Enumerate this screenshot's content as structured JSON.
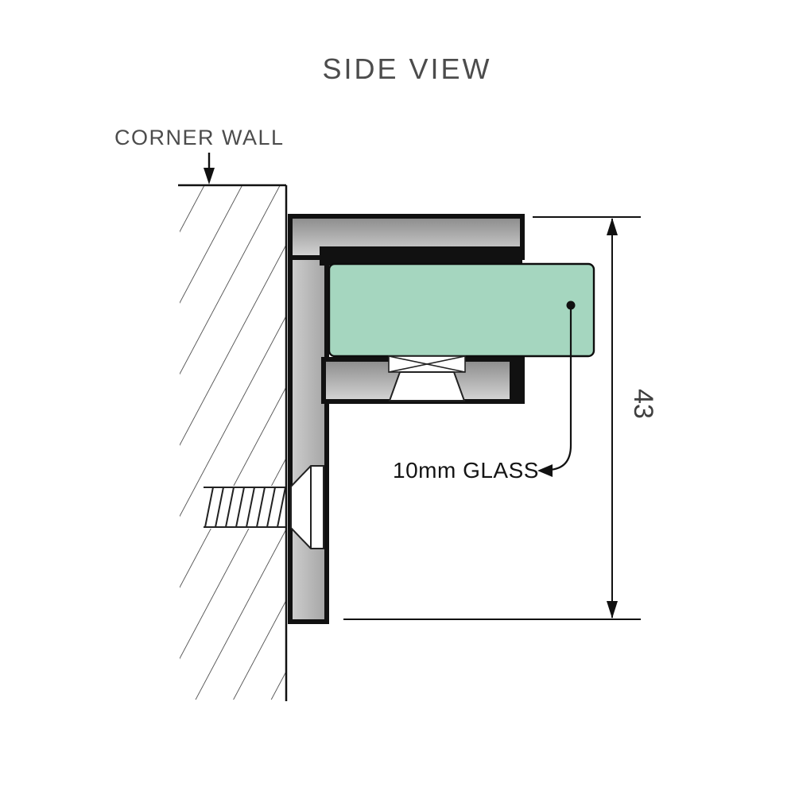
{
  "title": "SIDE VIEW",
  "wall_label": "CORNER WALL",
  "glass_label": "10mm GLASS",
  "dimension_label": "43",
  "colors": {
    "glass": "#a5d6bf",
    "outline": "#111111",
    "heading_text": "#4c4c4c",
    "annotation_text": "#141414",
    "dimension_text": "#3f3f3f"
  }
}
